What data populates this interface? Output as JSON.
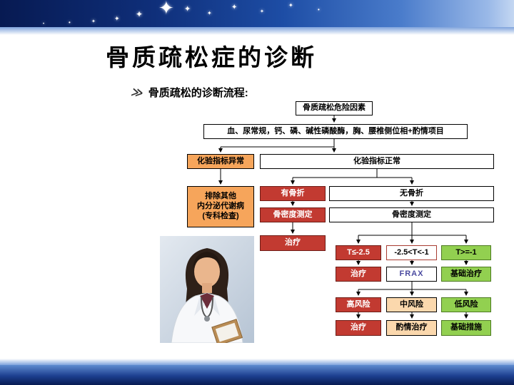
{
  "header": {
    "title": "骨质疏松症的诊断"
  },
  "section": {
    "bullet_label": "骨质疏松的诊断流程:"
  },
  "icons": {
    "bullet": "≫",
    "sparkle": "✦",
    "sparkle_dot": "•"
  },
  "flowchart": {
    "nodes": {
      "risk_factors": "骨质疏松危险因素",
      "lab_tests": "血、尿常规，钙、磷、碱性磷酸酶，胸、腰椎侧位相+酌情项目",
      "lab_abnormal": "化验指标异常",
      "lab_normal": "化验指标正常",
      "exclude_line1": "排除其他",
      "exclude_line2": "内分泌代谢病",
      "exclude_line3": "(专科检查)",
      "has_fracture": "有骨折",
      "no_fracture": "无骨折",
      "bmd_fracture": "骨密度测定",
      "bmd_no_fracture": "骨密度测定",
      "treat_fracture": "治疗",
      "t_le_25": "T≤-2.5",
      "t_between": "-2.5<T<-1",
      "t_ge_1": "T>=-1",
      "treat_t_low": "治疗",
      "frax": "FRAX",
      "basic_treatment": "基础治疗",
      "high_risk": "高风险",
      "mid_risk": "中风险",
      "low_risk": "低风险",
      "treat_high_risk": "治疗",
      "treat_mid_risk": "酌情治疗",
      "basic_measures": "基础措施"
    },
    "colors": {
      "red": "#c23a31",
      "orange": "#f6a55b",
      "green": "#92d050",
      "peach": "#fbd8ad",
      "frax": "#4a4aa0"
    }
  }
}
